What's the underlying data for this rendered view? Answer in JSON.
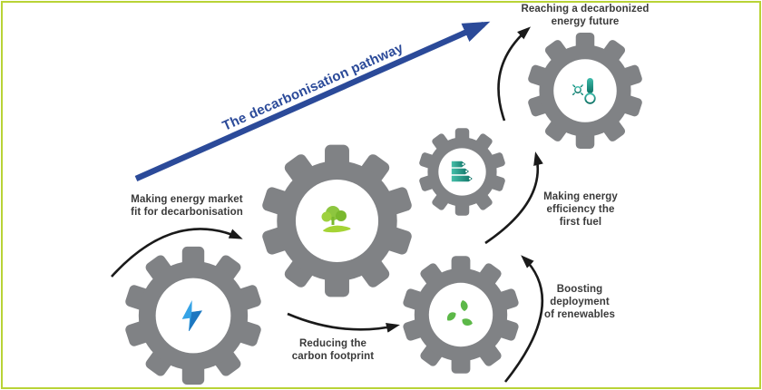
{
  "diagram": {
    "pathway": {
      "label": "The decarbonisation pathway",
      "color": "#2b4a99"
    },
    "labels": {
      "step1": "Making energy market\nfit for decarbonisation",
      "step2": "Reducing the\ncarbon footprint",
      "step3": "Boosting\ndeployment\nof renewables",
      "step4": "Making energy\nefficiency the\nfirst fuel",
      "goal": "Reaching a decarbonized\nenergy future"
    },
    "gears": [
      {
        "name": "energy-market",
        "icon": "lightning-bolt-icon",
        "icon_color": "#35a3e6"
      },
      {
        "name": "carbon-footprint",
        "icon": "trees-icon",
        "icon_color": "#8dc63f"
      },
      {
        "name": "renewables",
        "icon": "recycling-leaves-icon",
        "icon_color": "#5cb848"
      },
      {
        "name": "energy-efficiency",
        "icon": "energy-rating-bars-icon",
        "icon_color": "#1fa08d"
      },
      {
        "name": "decarbonized-future",
        "icon": "thermometer-sun-icon",
        "icon_color": "#1fa08d"
      }
    ],
    "colors": {
      "border": "#b9d336",
      "gear_gray": "#808285",
      "pathway_blue": "#2b4a99",
      "arrow_black": "#1a1a1a",
      "label_text": "#3a3a3a",
      "lightning_blue_light": "#35a3e6",
      "lightning_blue_dark": "#1d77c0",
      "tree_green": "#8dc63f",
      "leaf_green": "#5cb848",
      "teal_light": "#45bfa9",
      "teal_dark": "#0e7265"
    }
  }
}
